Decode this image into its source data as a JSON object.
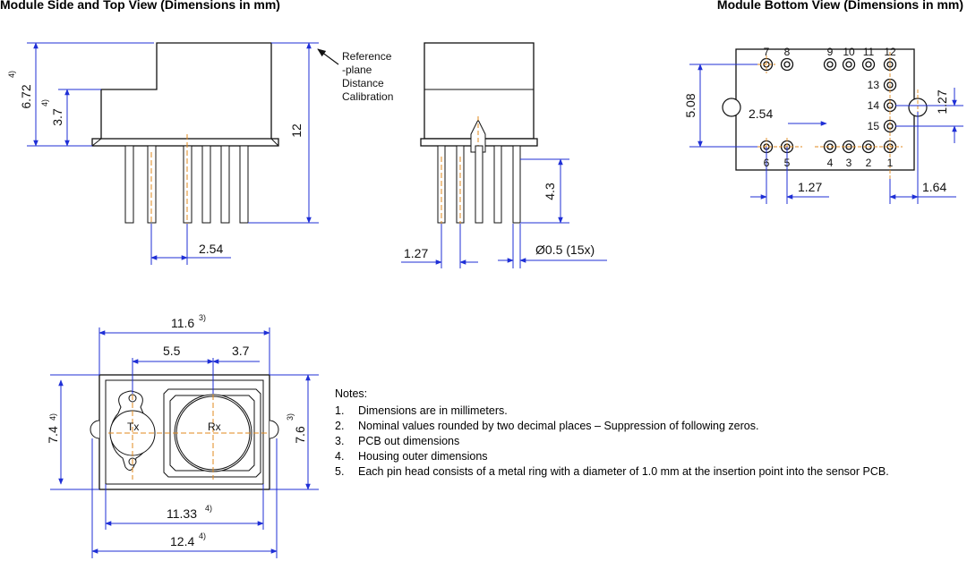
{
  "titles": {
    "side_top": "Module Side and Top View (Dimensions in mm)",
    "bottom": "Module Bottom View (Dimensions in mm)"
  },
  "side_view": {
    "dim_height_total": "6.72",
    "dim_height_total_note": "4)",
    "dim_height_body": "3.7",
    "dim_height_body_note": "4)",
    "dim_overall": "12",
    "dim_pitch": "2.54",
    "reference_note": [
      "Reference",
      "-plane",
      "Distance",
      "Calibration"
    ]
  },
  "front_view": {
    "dim_pin_length": "4.3",
    "dim_pitch": "1.27",
    "dim_pin_diameter": "Ø0.5 (15x)"
  },
  "top_view": {
    "dim_pcb_width": "11.6",
    "dim_pcb_width_note": "3)",
    "dim_tx_offset": "5.5",
    "dim_rx_offset": "3.7",
    "dim_pcb_height": "7.6",
    "dim_pcb_height_note": "3)",
    "dim_housing_height": "7.4",
    "dim_housing_height_note": "4)",
    "dim_housing_inner": "11.33",
    "dim_housing_inner_note": "4)",
    "dim_housing_width": "12.4",
    "dim_housing_width_note": "4)",
    "label_tx": "Tx",
    "label_rx": "Rx"
  },
  "bottom_view": {
    "pins_top": [
      "7",
      "8",
      "9",
      "10",
      "11",
      "12"
    ],
    "pins_right": [
      "13",
      "14",
      "15"
    ],
    "pins_bottom": [
      "6",
      "5",
      "4",
      "3",
      "2",
      "1"
    ],
    "dim_row_spacing": "5.08",
    "dim_pitch_254": "2.54",
    "dim_pitch_127": "1.27",
    "dim_edge": "1.64",
    "dim_side_127": "1.27"
  },
  "notes": {
    "heading": "Notes:",
    "items": [
      {
        "num": "1.",
        "text": "Dimensions are in millimeters."
      },
      {
        "num": "2.",
        "text": "Nominal values rounded by two decimal places – Suppression of following zeros."
      },
      {
        "num": "3.",
        "text": "PCB out dimensions"
      },
      {
        "num": "4.",
        "text": "Housing outer dimensions"
      },
      {
        "num": "5.",
        "text": "Each pin head consists of a metal ring  with a diameter of 1.0 mm at the insertion point into the sensor PCB."
      }
    ]
  },
  "colors": {
    "dimension_line": "#1f2fd6",
    "outline": "#111111",
    "center_line": "#e08a1e"
  }
}
